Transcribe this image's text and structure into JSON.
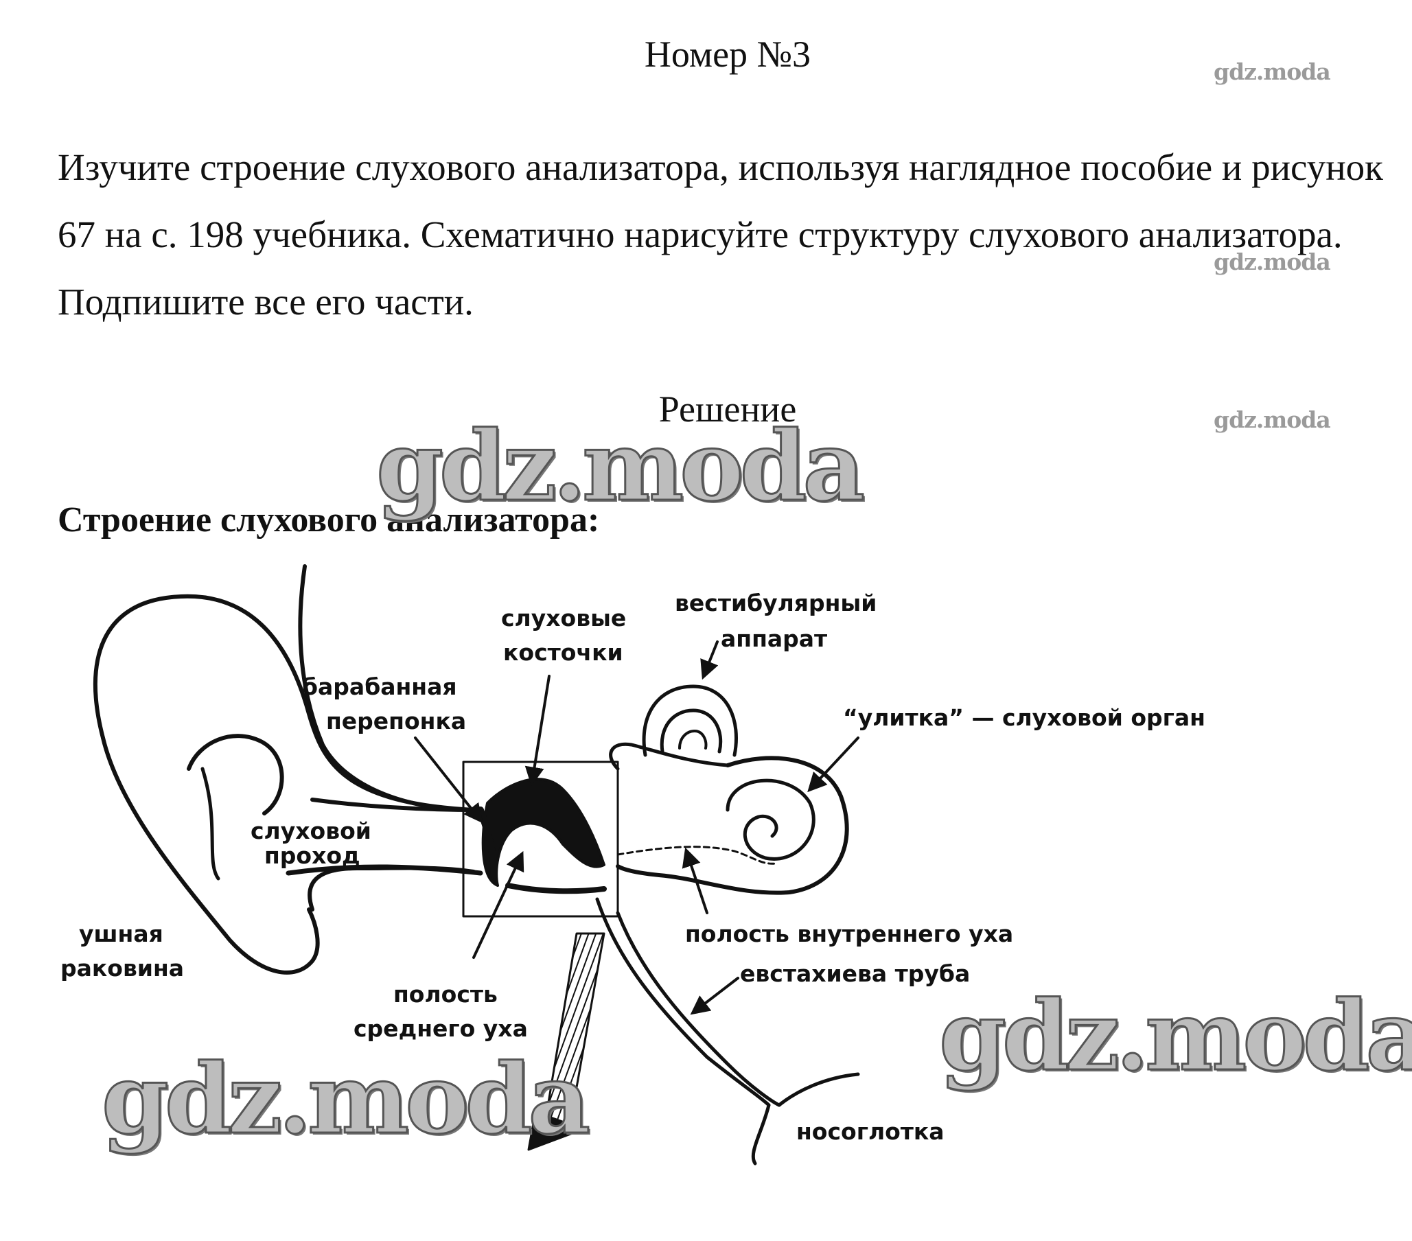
{
  "heading": "Номер №3",
  "task": {
    "text": "Изучите строение слухового анализатора, используя наглядное пособие и рисунок 67 на с. 198 учебника. Схематично нарисуйте структуру слухового анализатора. Подпишите все его части."
  },
  "solution_title": "Решение",
  "subtitle": "Строение слухового анализатора:",
  "watermark": "gdz.moda",
  "diagram": {
    "labels": {
      "auditory_ossicles_1": "слуховые",
      "auditory_ossicles_2": "косточки",
      "vestibular_1": "вестибулярный",
      "vestibular_2": "аппарат",
      "eardrum_1": "барабанная",
      "eardrum_2": "перепонка",
      "cochlea": "“улитка” — слуховой орган",
      "ear_canal_1": "слуховой",
      "ear_canal_2": "проход",
      "auricle_1": "ушная",
      "auricle_2": "раковина",
      "inner_ear_cavity": "полость внутреннего уха",
      "eustachian_tube": "евстахиева труба",
      "middle_ear_1": "полость",
      "middle_ear_2": "среднего уха",
      "nasopharynx": "носоглотка"
    }
  }
}
